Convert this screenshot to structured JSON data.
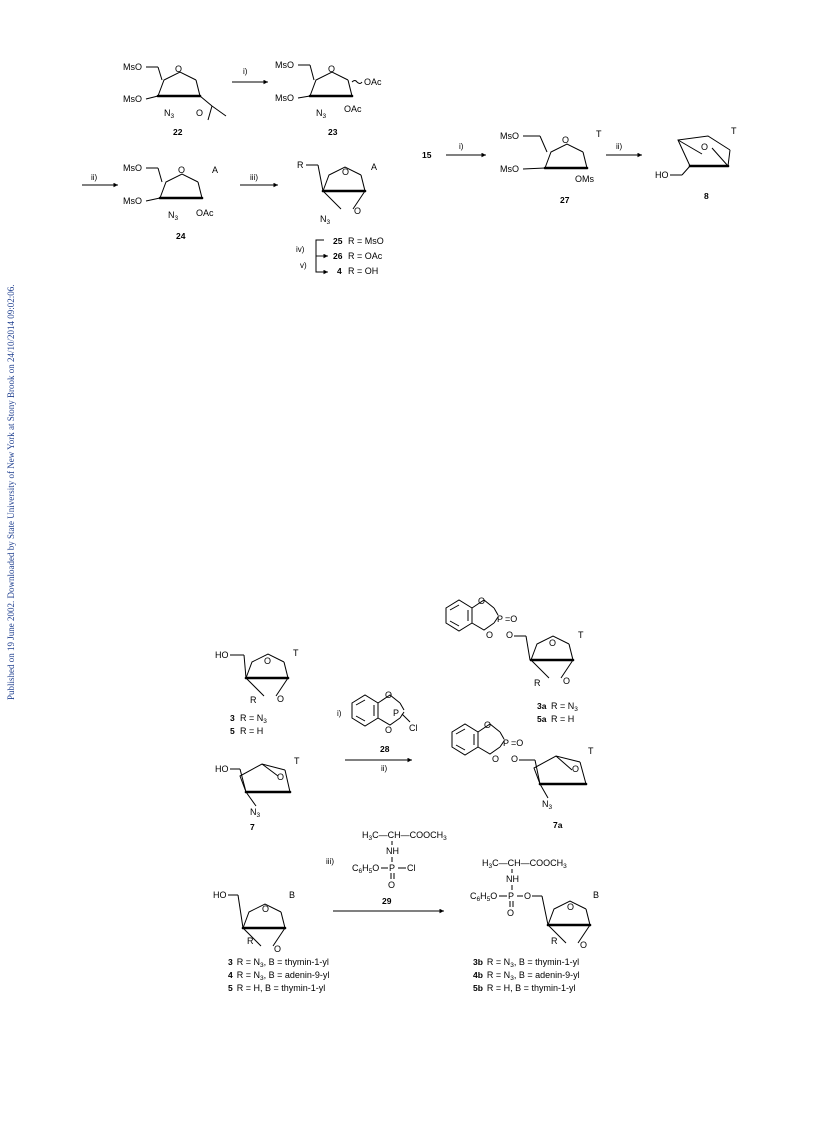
{
  "margin_note": "Published on 19 June 2002. Downloaded by State University of New York at Stony Brook on 24/10/2014 09:02:06.",
  "labels": {
    "mso": "MsO",
    "ho": "HO",
    "r": "R",
    "n3": "N",
    "three": "3",
    "oac": "OAc",
    "oms": "OMs",
    "o": "O",
    "a": "A",
    "t": "T",
    "b": "B",
    "p": "P",
    "cl": "Cl",
    "nh": "NH",
    "eq": "=O",
    "c6h5o": "C",
    "six": "6",
    "h5o": "H",
    "five": "5",
    "h3c": "H",
    "ch_chain": "C—CH—COOCH",
    "o_lower": "O"
  },
  "compounds": {
    "c22": "22",
    "c23": "23",
    "c24": "24",
    "c27": "27",
    "c8": "8",
    "c15": "15",
    "c28": "28",
    "c29": "29",
    "c7": "7",
    "c7a": "7a"
  },
  "conditions": {
    "i": "i)",
    "ii": "ii)",
    "iii": "iii)",
    "iv": "iv)",
    "v": "v)"
  },
  "scheme1_series": {
    "r25": "25",
    "t25": "R = MsO",
    "r26": "26",
    "t26": "R = OAc",
    "r4": "4",
    "t4": "R = OH"
  },
  "scheme2_series": {
    "r3": "3",
    "t3": "R = N",
    "r5": "5",
    "t5": "R = H",
    "r3a": "3a",
    "t3a": "R = N",
    "r5a": "5a",
    "t5a": "R = H"
  },
  "scheme3_left": [
    {
      "num": "3",
      "text": "R = N",
      "tail": ", B = thymin-1-yl"
    },
    {
      "num": "4",
      "text": "R = N",
      "tail": ", B = adenin-9-yl"
    },
    {
      "num": "5",
      "text": "R = H, B = thymin-1-yl",
      "tail": ""
    }
  ],
  "scheme3_right": [
    {
      "num": "3b",
      "text": "R = N",
      "tail": ", B = thymin-1-yl"
    },
    {
      "num": "4b",
      "text": "R = N",
      "tail": ", B = adenin-9-yl"
    },
    {
      "num": "5b",
      "text": "R = H, B = thymin-1-yl",
      "tail": ""
    }
  ]
}
